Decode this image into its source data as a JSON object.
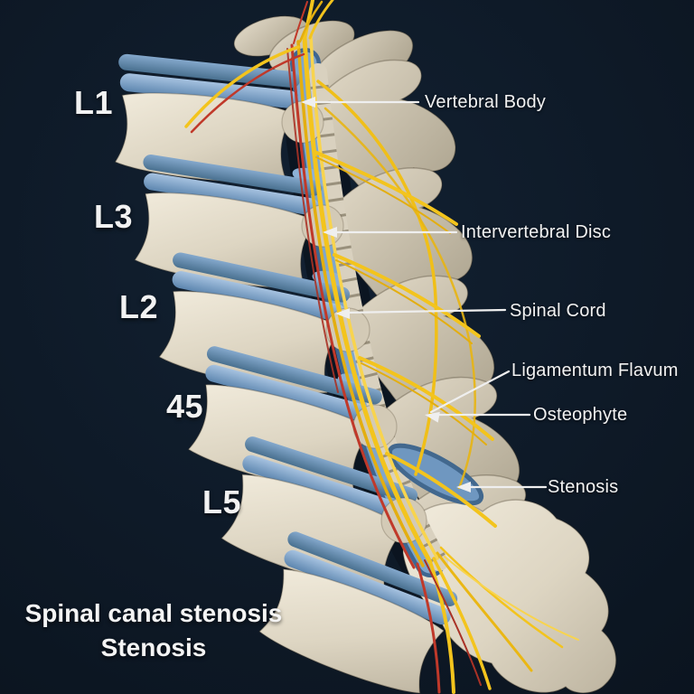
{
  "illustration": {
    "title_lines": [
      "Spinal canal stenosis",
      "Stenosis"
    ],
    "vertebrae": [
      {
        "text": "L1"
      },
      {
        "text": "L3"
      },
      {
        "text": "L2"
      },
      {
        "text": "45"
      },
      {
        "text": "L5"
      }
    ],
    "annotations": [
      {
        "text": "Vertebral Body"
      },
      {
        "text": "Intervertebral Disc"
      },
      {
        "text": "Spinal Cord"
      },
      {
        "text": "Ligamentum Flavum"
      },
      {
        "text": "Osteophyte"
      },
      {
        "text": "Stenosis"
      }
    ],
    "colors": {
      "background": "#0d1826",
      "bone_light": "#efe9da",
      "bone_mid": "#d6ceba",
      "bone_shadow": "#a59c87",
      "disc_light": "#9cb9d9",
      "disc_dark": "#4a6f94",
      "nerve_yellow": "#f3c41d",
      "vessel_red": "#c0392a",
      "label_text": "#f2f2f2",
      "leader_line": "#efefef"
    }
  }
}
